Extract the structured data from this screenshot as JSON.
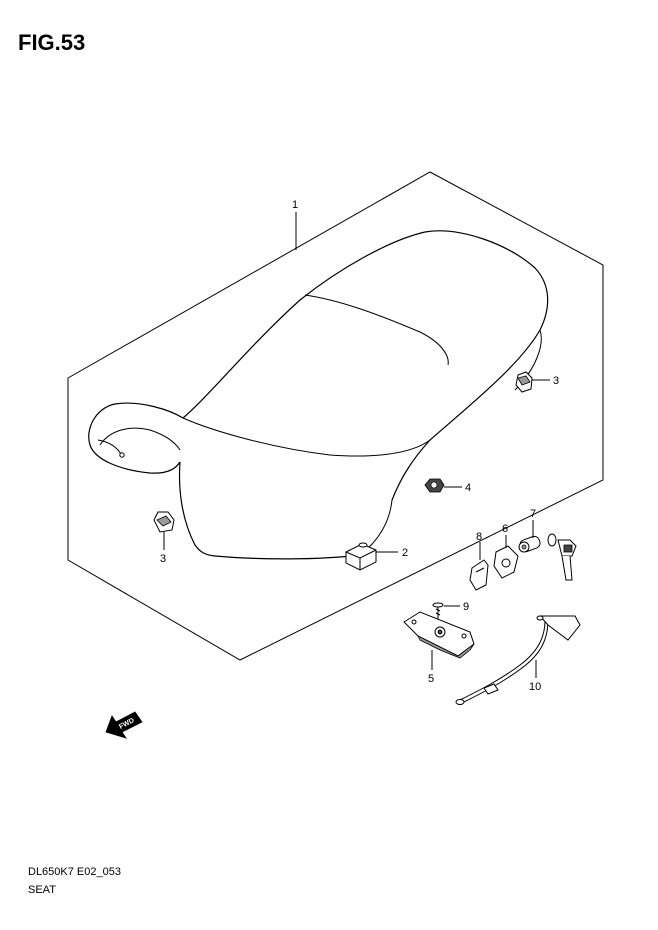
{
  "figure": {
    "title": "FIG.53",
    "code": "DL650K7 E02_053",
    "name": "SEAT"
  },
  "callouts": [
    {
      "id": "c1",
      "label": "1"
    },
    {
      "id": "c2",
      "label": "2"
    },
    {
      "id": "c3a",
      "label": "3"
    },
    {
      "id": "c3b",
      "label": "3"
    },
    {
      "id": "c4",
      "label": "4"
    },
    {
      "id": "c5",
      "label": "5"
    },
    {
      "id": "c6",
      "label": "6"
    },
    {
      "id": "c7",
      "label": "7"
    },
    {
      "id": "c8",
      "label": "8"
    },
    {
      "id": "c9",
      "label": "9"
    },
    {
      "id": "c10",
      "label": "10"
    }
  ],
  "direction_indicator": {
    "label": "FWD"
  }
}
